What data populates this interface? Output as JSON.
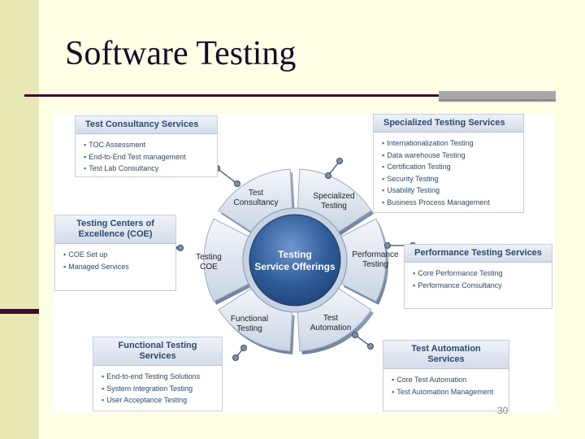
{
  "slide": {
    "title": "Software Testing",
    "page_number": "30"
  },
  "hub": {
    "label": "Testing\nService Offerings"
  },
  "petals": [
    {
      "label": "Test\nConsultancy"
    },
    {
      "label": "Specialized\nTesting"
    },
    {
      "label": "Performance\nTesting"
    },
    {
      "label": "Test\nAutomation"
    },
    {
      "label": "Functional\nTesting"
    },
    {
      "label": "Testing\nCOE"
    }
  ],
  "boxes": {
    "consultancy": {
      "title": "Test Consultancy Services",
      "items": [
        "TOC Assessment",
        "End-to-End Test management",
        "Test Lab Consultancy"
      ]
    },
    "specialized": {
      "title": "Specialized Testing Services",
      "items": [
        "Internationalization Testing",
        "Data warehouse Testing",
        "Certification Testing",
        "Security Testing",
        "Usability Testing",
        "Business Process Management"
      ]
    },
    "coe": {
      "title": "Testing Centers of\nExcellence (COE)",
      "items": [
        "COE Set up",
        "Managed Services"
      ]
    },
    "performance": {
      "title": "Performance Testing Services",
      "items": [
        "Core Performance Testing",
        "Performance Consultancy"
      ]
    },
    "functional": {
      "title": "Functional Testing\nServices",
      "items": [
        "End-to-end Testing Solutions",
        "System Integration Testing",
        "User Acceptance Testing"
      ]
    },
    "automation": {
      "title": "Test Automation\nServices",
      "items": [
        "Core Test Automation",
        "Test Automation Management"
      ]
    }
  }
}
